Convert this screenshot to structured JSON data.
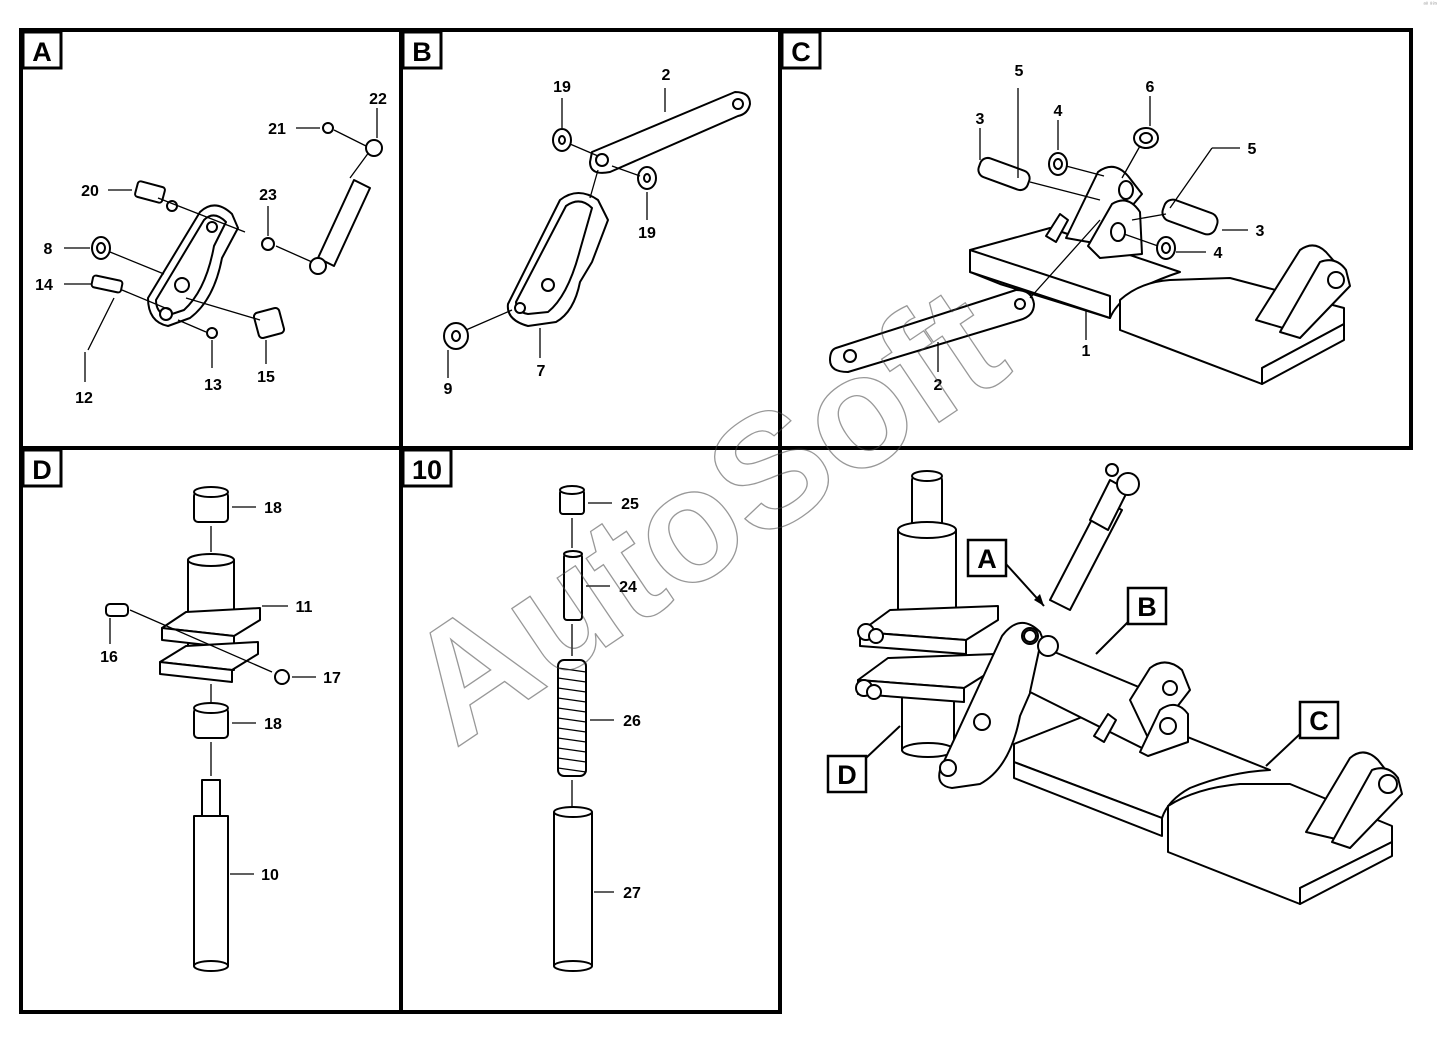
{
  "watermark": "AutoSoft",
  "corner_mark": "ᵃ⁸ ⁸⁸ˢ",
  "panels": [
    {
      "id": "A",
      "label": "A",
      "callouts": [
        "22",
        "21",
        "20",
        "23",
        "8",
        "14",
        "12",
        "13",
        "15"
      ]
    },
    {
      "id": "B",
      "label": "B",
      "callouts": [
        "19",
        "2",
        "19",
        "9",
        "7"
      ]
    },
    {
      "id": "C",
      "label": "C",
      "callouts": [
        "5",
        "6",
        "3",
        "4",
        "5",
        "3",
        "4",
        "1",
        "2"
      ]
    },
    {
      "id": "D",
      "label": "D",
      "callouts": [
        "18",
        "11",
        "16",
        "17",
        "18",
        "10"
      ]
    },
    {
      "id": "10",
      "label": "10",
      "callouts": [
        "25",
        "24",
        "26",
        "27"
      ]
    }
  ],
  "assembly": {
    "pointer_labels": [
      "A",
      "B",
      "C",
      "D"
    ]
  }
}
